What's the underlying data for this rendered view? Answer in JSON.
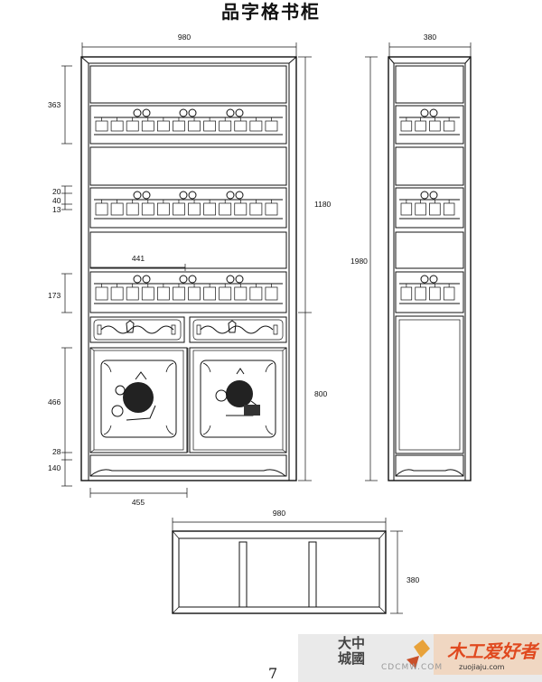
{
  "title": "品字格书柜",
  "front_view": {
    "width_label": "980",
    "height_total_label": "1980",
    "upper_height_label": "1180",
    "lower_height_label": "800",
    "left_dims": [
      "363",
      "20",
      "40",
      "13",
      "173",
      "466",
      "28",
      "140"
    ],
    "shelf_depth_label": "441",
    "door_width_label": "455"
  },
  "side_view": {
    "depth_label": "380"
  },
  "plan_view": {
    "width_label": "980",
    "depth_label": "380"
  },
  "page_number": "7",
  "watermark": {
    "cn_line1": "大中",
    "cn_line2": "城國",
    "url": "CDCMW.COM",
    "brand": "木工爱好者",
    "brand_url": "zuojiaju.com"
  },
  "colors": {
    "line": "#111111",
    "background": "#ffffff",
    "brand": "#e0491f"
  }
}
